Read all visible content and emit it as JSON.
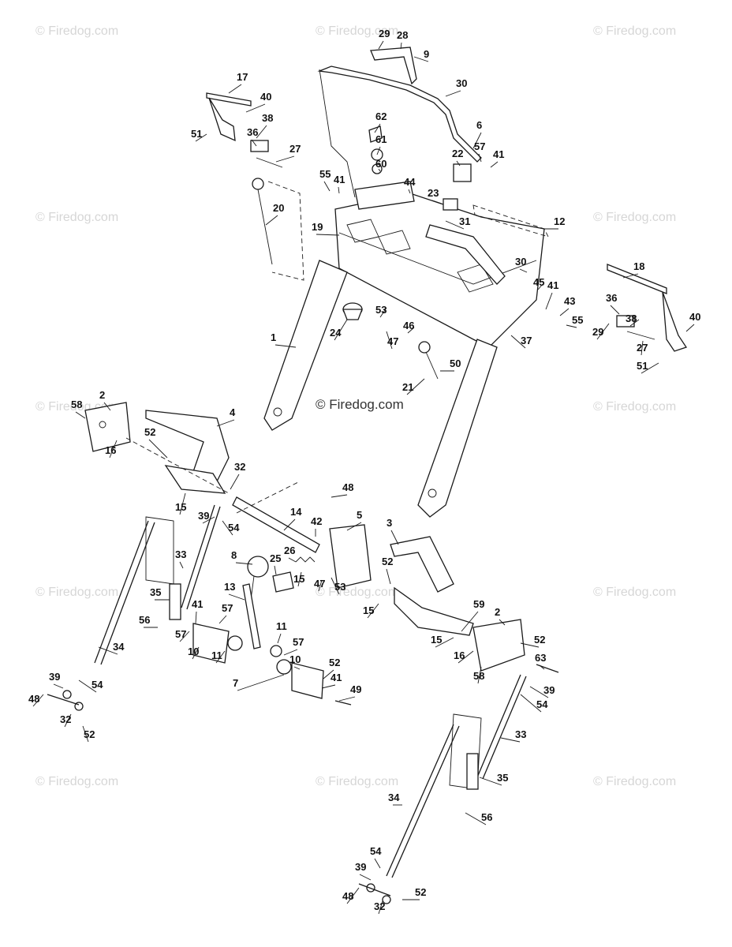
{
  "watermark": "© Firedog.com",
  "center_watermark": "© Firedog.com",
  "callouts": [
    "1",
    "2",
    "3",
    "4",
    "5",
    "6",
    "7",
    "8",
    "9",
    "10",
    "11",
    "12",
    "13",
    "14",
    "15",
    "16",
    "17",
    "18",
    "19",
    "20",
    "21",
    "22",
    "23",
    "24",
    "25",
    "26",
    "27",
    "28",
    "29",
    "30",
    "31",
    "32",
    "33",
    "34",
    "35",
    "36",
    "37",
    "38",
    "39",
    "40",
    "41",
    "42",
    "43",
    "44",
    "45",
    "46",
    "47",
    "48",
    "49",
    "50",
    "51",
    "52",
    "53",
    "54",
    "55",
    "56",
    "57",
    "58",
    "59",
    "60",
    "61",
    "62",
    "63"
  ]
}
